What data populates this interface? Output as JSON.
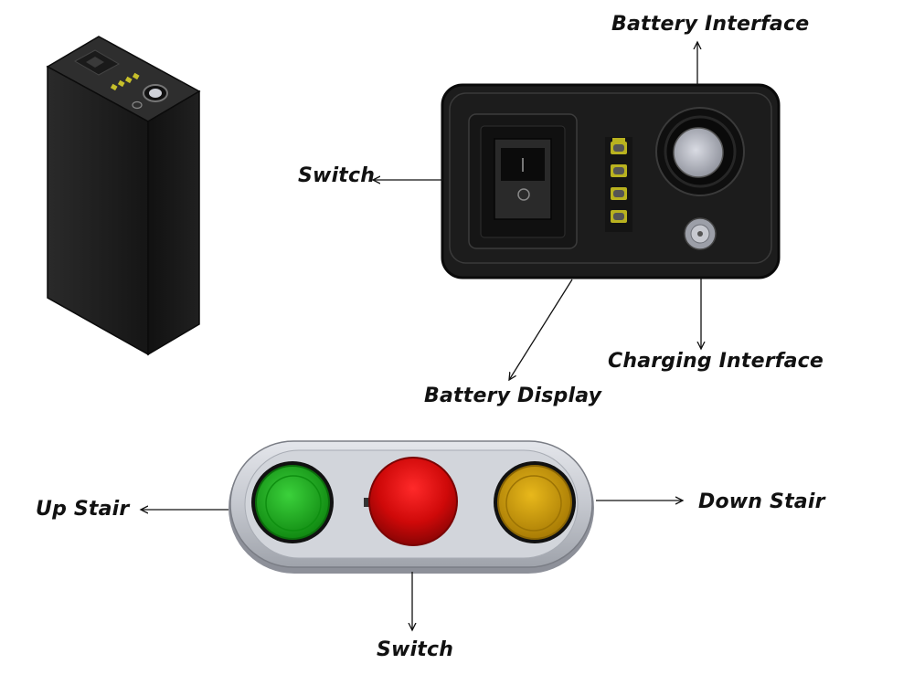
{
  "labels": {
    "battery_interface": "Battery Interface",
    "switch_top": "Switch",
    "charging_interface": "Charging Interface",
    "battery_display": "Battery Display",
    "up_stair": "Up Stair",
    "down_stair": "Down Stair",
    "switch_bottom": "Switch"
  },
  "colors": {
    "device_body": "#1c1c1c",
    "panel_outline": "#0d0d0d",
    "indicator_leds": "#b9b21f",
    "up_button": "#1fb022",
    "switch_button": "#d20b0b",
    "down_button": "#d5a20a",
    "controller_shell": "#c9ccd3"
  },
  "icons": [
    "battery-pack-3d",
    "rocker-switch-icon",
    "battery-led-indicator-icon",
    "circular-port-icon",
    "charging-port-icon",
    "arrow-icon"
  ]
}
